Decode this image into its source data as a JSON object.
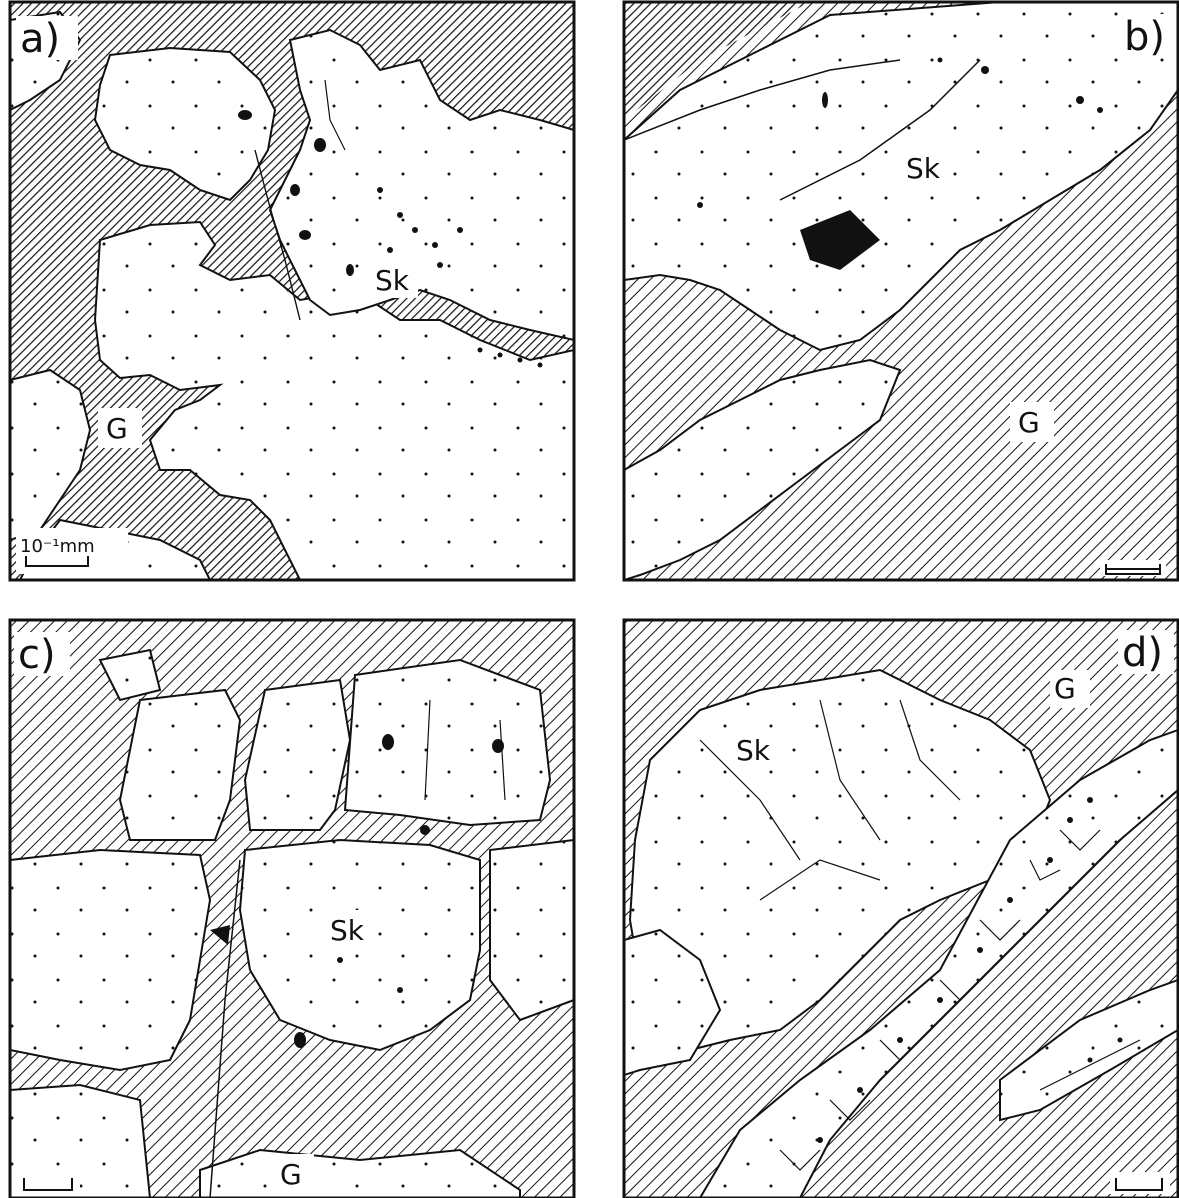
{
  "panels": [
    {
      "id": "a",
      "corner_label": "a)",
      "labels": {
        "skarn": "Sk",
        "garnet": "G"
      },
      "scale_bar": "10⁻¹mm"
    },
    {
      "id": "b",
      "corner_label": "b)",
      "labels": {
        "skarn": "Sk",
        "garnet": "G"
      }
    },
    {
      "id": "c",
      "corner_label": "c)",
      "labels": {
        "skarn": "Sk",
        "garnet": "G"
      }
    },
    {
      "id": "d",
      "corner_label": "d)",
      "labels": {
        "skarn": "Sk",
        "garnet": "G"
      }
    }
  ],
  "colors": {
    "ink": "#111111",
    "paper": "#ffffff"
  },
  "hatching": {
    "dense": "diagonal lines (garnet, dense)",
    "sparse": "diagonal lines (garnet, sparse)"
  }
}
